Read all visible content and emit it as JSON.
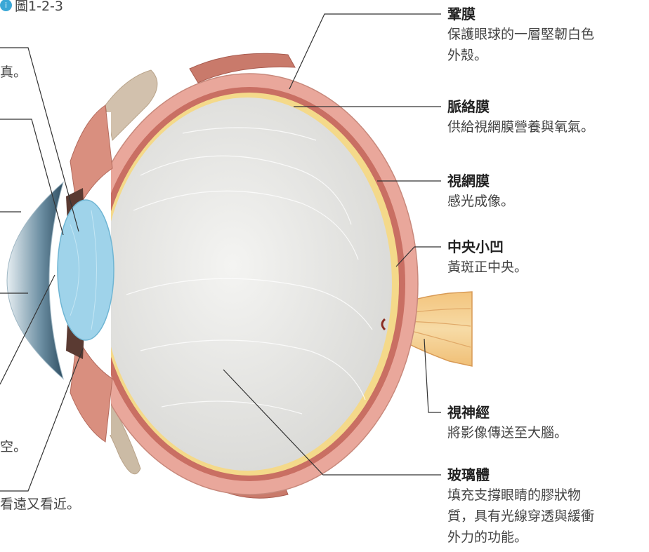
{
  "figure": {
    "icon": "info-circle-icon",
    "label": "圖1-2-3"
  },
  "callouts": {
    "sclera": {
      "name": "鞏膜",
      "desc": [
        "保護眼球的一層堅韌白色",
        "外殼。"
      ]
    },
    "choroid": {
      "name": "脈絡膜",
      "desc": [
        "供給視網膜營養與氧氣。"
      ]
    },
    "retina": {
      "name": "視網膜",
      "desc": [
        "感光成像。"
      ]
    },
    "fovea": {
      "name": "中央小凹",
      "desc": [
        "黃斑正中央。"
      ]
    },
    "optic_nerve": {
      "name": "視神經",
      "desc": [
        "將影像傳送至大腦。"
      ]
    },
    "vitreous": {
      "name": "玻璃體",
      "desc": [
        "填充支撐眼睛的膠狀物",
        "質，具有光線穿透與緩衝",
        "外力的功能。"
      ]
    }
  },
  "left_fragments": {
    "top": "真。",
    "middle": "空。",
    "bottom": "看遠又看近。"
  },
  "colors": {
    "sclera": "#e9a79b",
    "choroid": "#c96f63",
    "retina": "#f4d98a",
    "vitreous": "#ececea",
    "lens": "#9fd3ea",
    "cornea": "#c9dde6",
    "leader_line": "#333333"
  }
}
